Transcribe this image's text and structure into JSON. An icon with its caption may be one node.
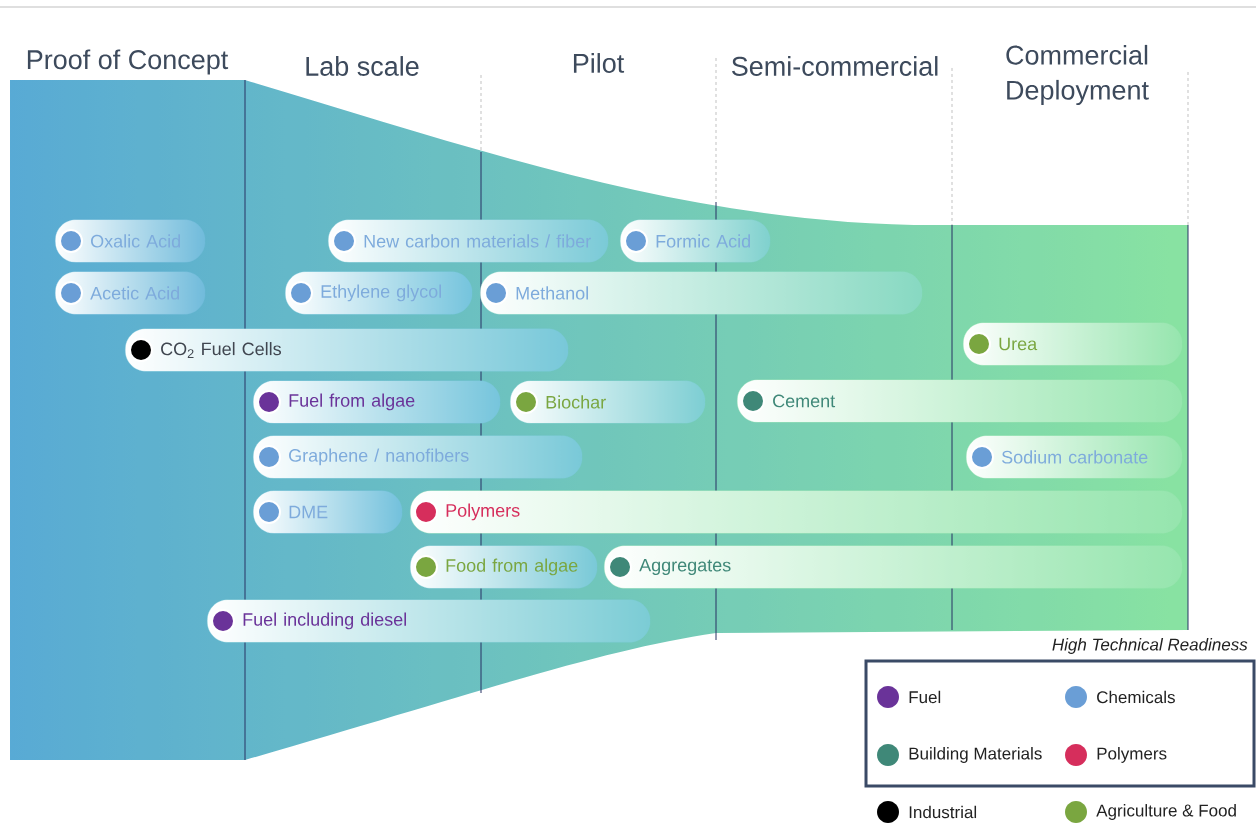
{
  "diagram": {
    "nodes": [
      {
        "text": [
          "Oxalic Acid"
        ]
      },
      {
        "text": [
          "New carbon materials / fiber"
        ]
      },
      {
        "text": [
          "Formic Acid"
        ]
      },
      {
        "text": [
          "Acetic Acid"
        ]
      },
      {
        "text": [
          "Ethylene glycol"
        ]
      },
      {
        "text": [
          "Methanol"
        ]
      },
      {
        "text": [
          "CO$_{2}$ Fuel Cells"
        ]
      },
      {
        "text": [
          "Urea"
        ]
      },
      {
        "text": [
          "Fuel from algae"
        ]
      },
      {
        "text": [
          "Biochar"
        ]
      },
      {
        "text": [
          "Cement"
        ]
      },
      {
        "text": [
          "Graphene / nanofibers"
        ]
      },
      {
        "text": [
          "Sodium carbonate"
        ]
      },
      {
        "text": [
          "DME"
        ]
      },
      {
        "text": [
          "Polymers"
        ]
      },
      {
        "text": [
          "Food from algae"
        ]
      },
      {
        "text": [
          "Aggregates"
        ]
      },
      {
        "text": [
          "Fuel including diesel"
        ]
      }
    ],
    "labels": [
      "Proof of Concept",
      "Lab scale",
      "Pilot",
      "Semi-commercial",
      "Commercial Deployment",
      "High Technical Readiness"
    ],
    "legend": [
      {
        "text": "Fuel",
        "color": "#6a3399"
      },
      {
        "text": "Chemicals",
        "color": "#6a9ed6"
      },
      {
        "text": "Building Materials",
        "color": "#3f8878"
      },
      {
        "text": "Polymers",
        "color": "#d62e5c"
      },
      {
        "text": "Industrial",
        "color": "#000000"
      },
      {
        "text": "Agriculture & Food",
        "color": "#7aa640"
      }
    ]
  }
}
